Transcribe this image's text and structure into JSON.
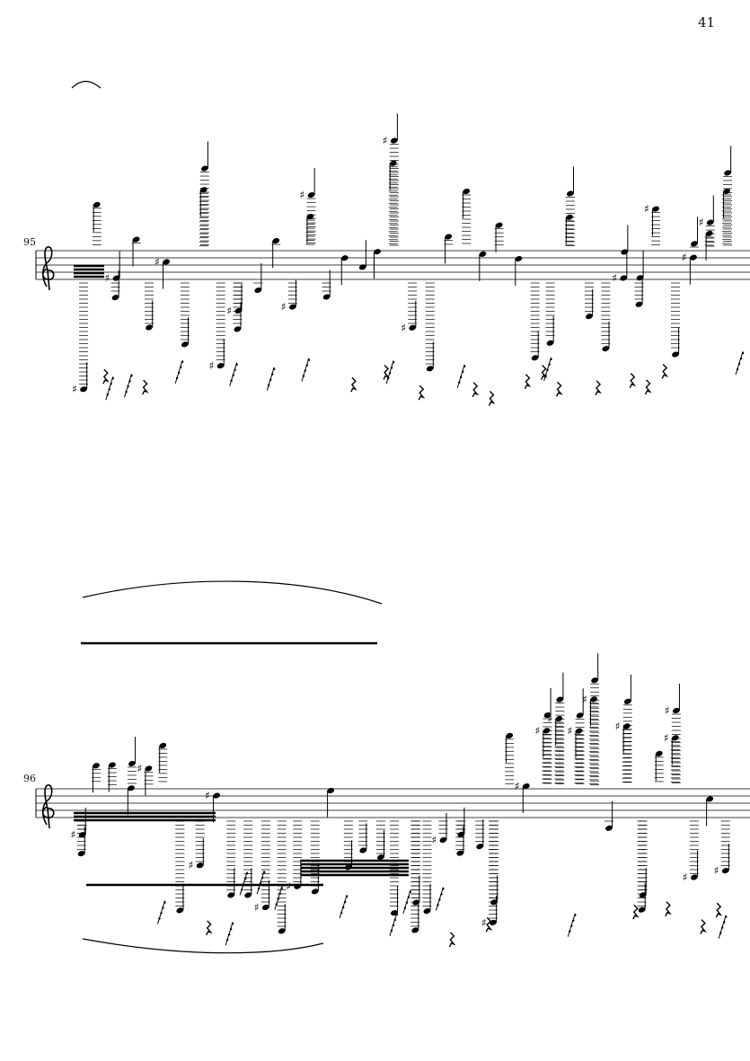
{
  "page": {
    "number": "41"
  },
  "systems": [
    {
      "measure": "95",
      "clef": "treble"
    },
    {
      "measure": "96",
      "clef": "treble"
    }
  ],
  "colors": {
    "ink": "#000000",
    "paper": "#ffffff"
  }
}
